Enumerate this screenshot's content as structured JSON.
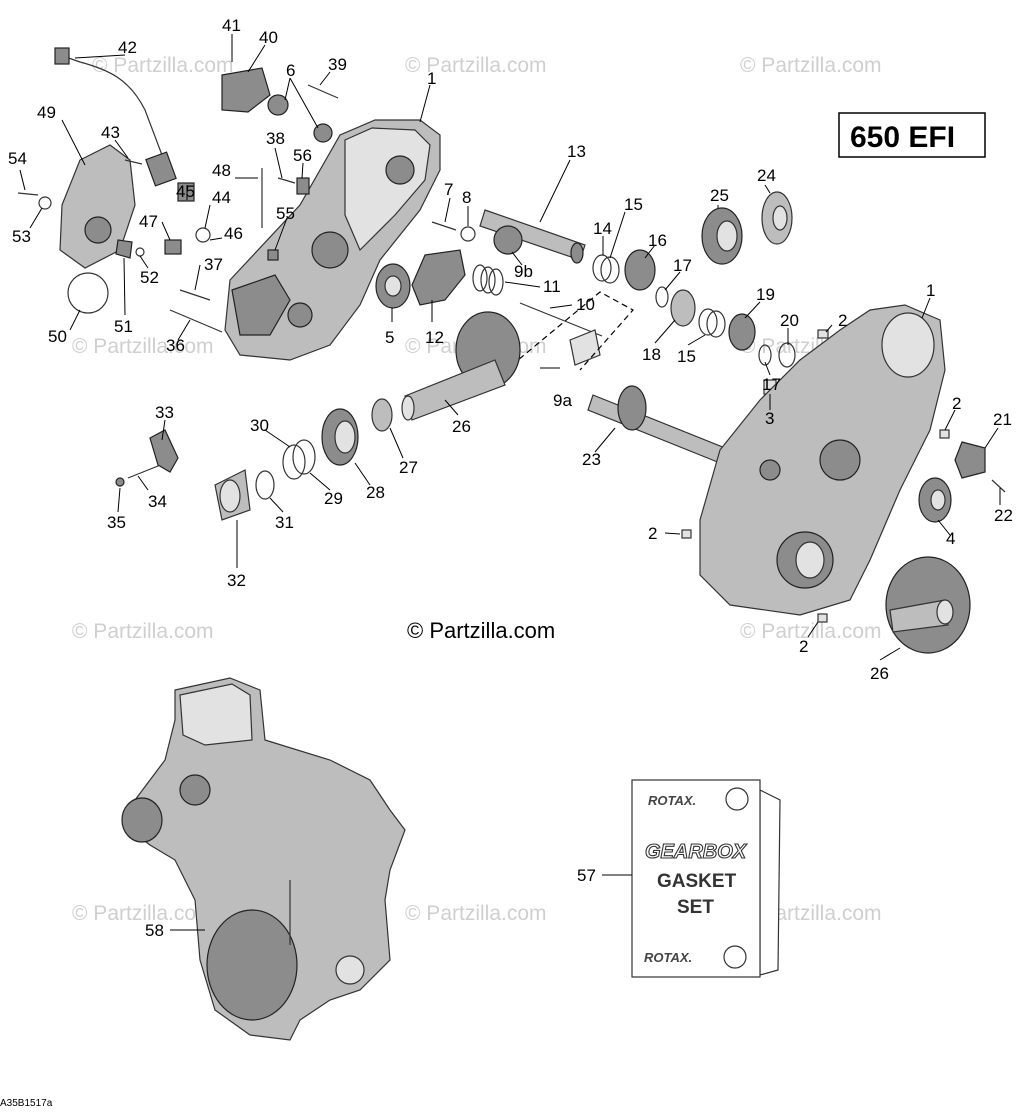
{
  "model_label": "650 EFI",
  "copyright": "© Partzilla.com",
  "watermark": "© Partzilla.com",
  "figure_ref": "A35B1517a",
  "gasket_card": {
    "brand_top": "ROTAX.",
    "title": "GEARBOX",
    "line1": "GASKET",
    "line2": "SET",
    "brand_bottom": "ROTAX."
  },
  "callouts": {
    "c41": "41",
    "c40": "40",
    "c42": "42",
    "c39": "39",
    "c6": "6",
    "c1a": "1",
    "c49": "49",
    "c43": "43",
    "c38": "38",
    "c56": "56",
    "c54": "54",
    "c48": "48",
    "c45": "45",
    "c44": "44",
    "c53": "53",
    "c47": "47",
    "c46": "46",
    "c55": "55",
    "c52": "52",
    "c37": "37",
    "c51": "51",
    "c50": "50",
    "c36": "36",
    "c7": "7",
    "c8": "8",
    "c13": "13",
    "c14": "14",
    "c15a": "15",
    "c16": "16",
    "c9b": "9b",
    "c11": "11",
    "c25": "25",
    "c24": "24",
    "c17a": "17",
    "c10": "10",
    "c5": "5",
    "c12": "12",
    "c18": "18",
    "c15b": "15",
    "c19": "19",
    "c20": "20",
    "c1b": "1",
    "c2a": "2",
    "c9a": "9a",
    "c17b": "17",
    "c3": "3",
    "c33": "33",
    "c26a": "26",
    "c2b": "2",
    "c21": "21",
    "c30": "30",
    "c27": "27",
    "c23": "23",
    "c28": "28",
    "c29": "29",
    "c34": "34",
    "c35": "35",
    "c31": "31",
    "c22": "22",
    "c4": "4",
    "c2c": "2",
    "c32": "32",
    "c2d": "2",
    "c26b": "26",
    "c57": "57",
    "c58": "58"
  }
}
